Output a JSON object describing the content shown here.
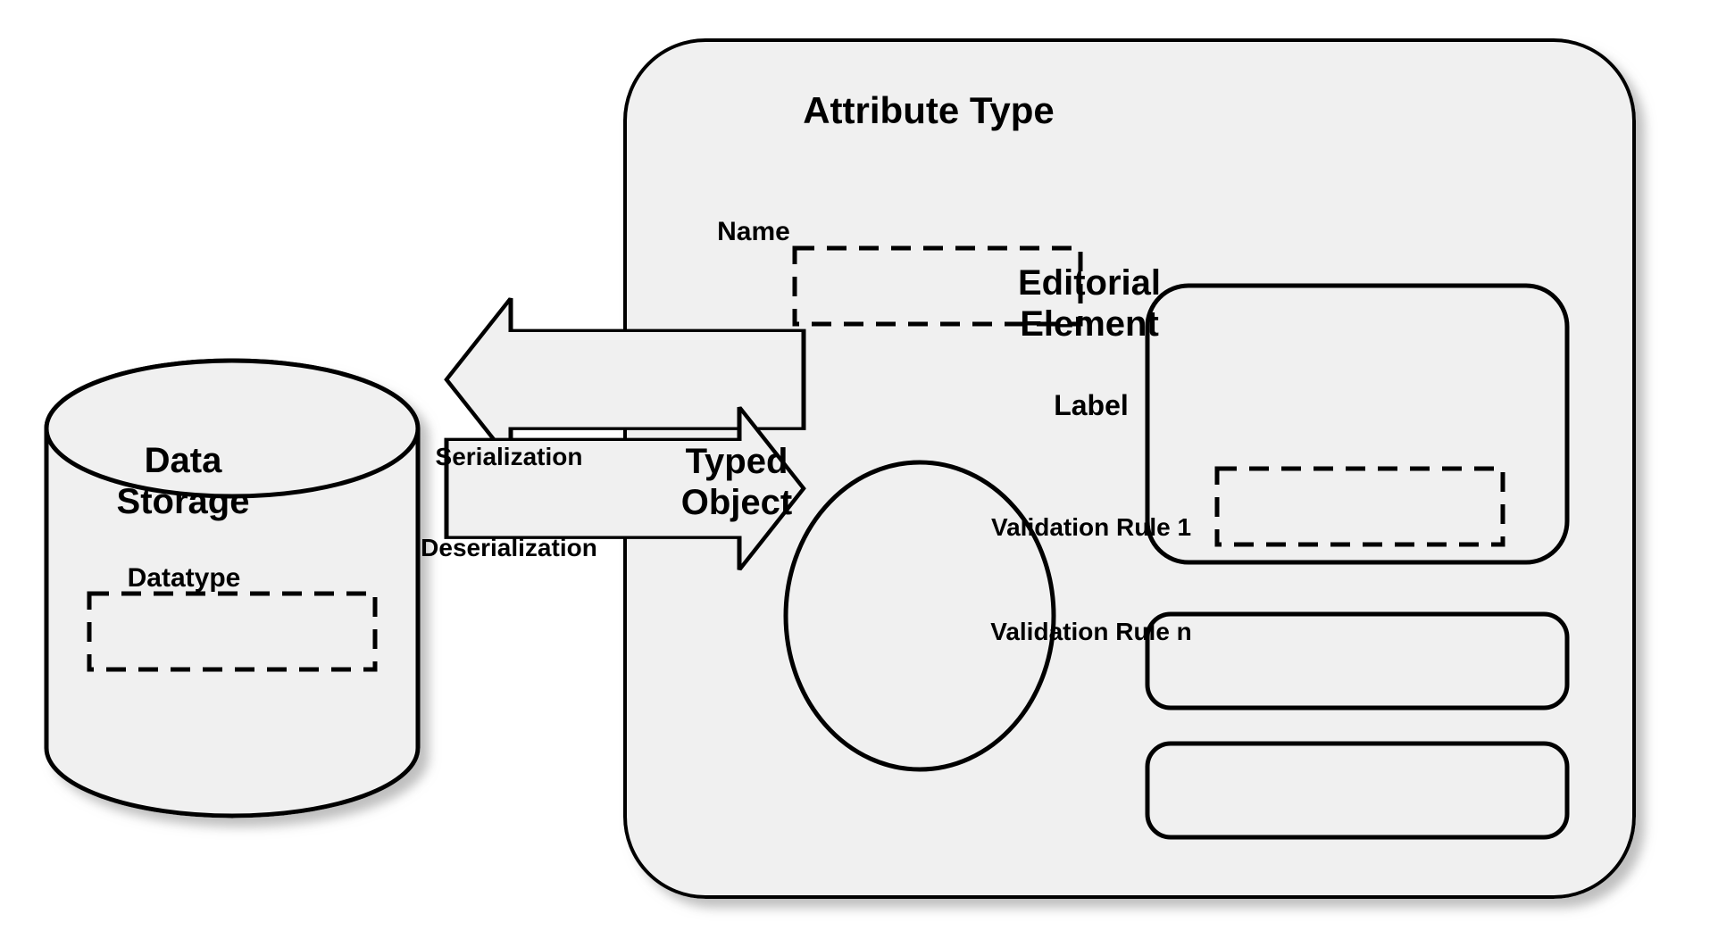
{
  "diagram": {
    "title": "Attribute Type",
    "palette": {
      "shape_fill": "#f0f0f0",
      "stroke": "#000000",
      "background": "#ffffff",
      "shadow": "#c8c8c8"
    },
    "nodes": {
      "attribute_type": {
        "label": "Attribute Type",
        "shape": "rounded-rectangle"
      },
      "name": {
        "label": "Name",
        "shape": "dashed-rectangle"
      },
      "editorial_element": {
        "label": "Editorial\nElement",
        "shape": "rounded-rectangle"
      },
      "editorial_label": {
        "label": "Label",
        "shape": "dashed-rectangle"
      },
      "validation_rule_1": {
        "label": "Validation Rule 1",
        "shape": "rounded-rectangle"
      },
      "validation_rule_n": {
        "label": "Validation Rule n",
        "shape": "rounded-rectangle"
      },
      "data_storage": {
        "label": "Data\nStorage",
        "shape": "cylinder"
      },
      "datatype": {
        "label": "Datatype",
        "shape": "dashed-rectangle"
      },
      "typed_object": {
        "label": "Typed\nObject",
        "shape": "circle"
      }
    },
    "edges": [
      {
        "label": "Serialization",
        "shape": "block-arrow",
        "direction": "left",
        "from": "typed_object",
        "to": "data_storage"
      },
      {
        "label": "Deserialization",
        "shape": "block-arrow",
        "direction": "right",
        "from": "data_storage",
        "to": "typed_object"
      }
    ]
  }
}
